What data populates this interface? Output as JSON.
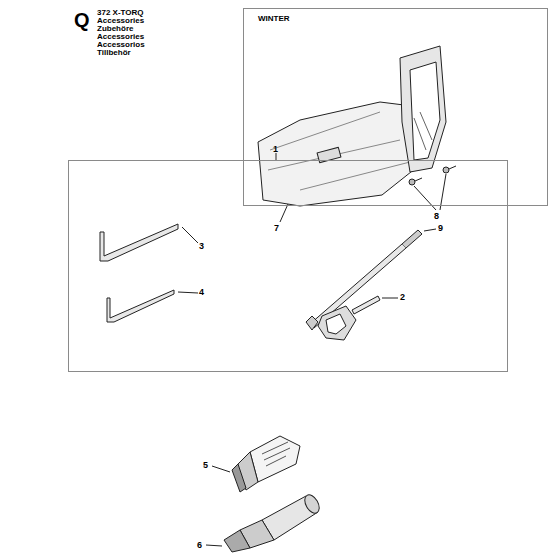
{
  "diagram": {
    "nodes": [
      {
        "text": [
          "WINTER"
        ]
      },
      {
        "text": [
          "1"
        ]
      }
    ],
    "labels": [
      "Q",
      "372 X-TORQ",
      "Accessories",
      "Zubehöre",
      "Accessories",
      "Accessorios",
      "Tillbehör",
      "8",
      "7",
      "3",
      "9",
      "4",
      "2",
      "5",
      "6"
    ]
  }
}
